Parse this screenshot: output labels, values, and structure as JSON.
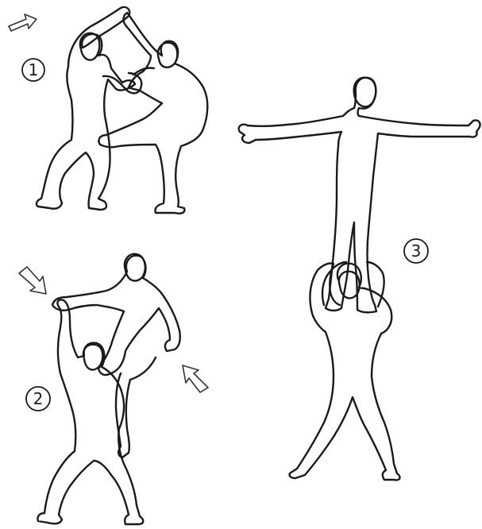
{
  "steps": [
    {
      "number": "1",
      "description_hidden": ""
    },
    {
      "number": "2",
      "description_hidden": ""
    },
    {
      "number": "3",
      "description_hidden": ""
    }
  ],
  "colors": {
    "line": "#1a1a1a",
    "background": "#ffffff",
    "arrow_stroke": "#333333"
  },
  "icons": [
    "push-arrow-icon"
  ]
}
